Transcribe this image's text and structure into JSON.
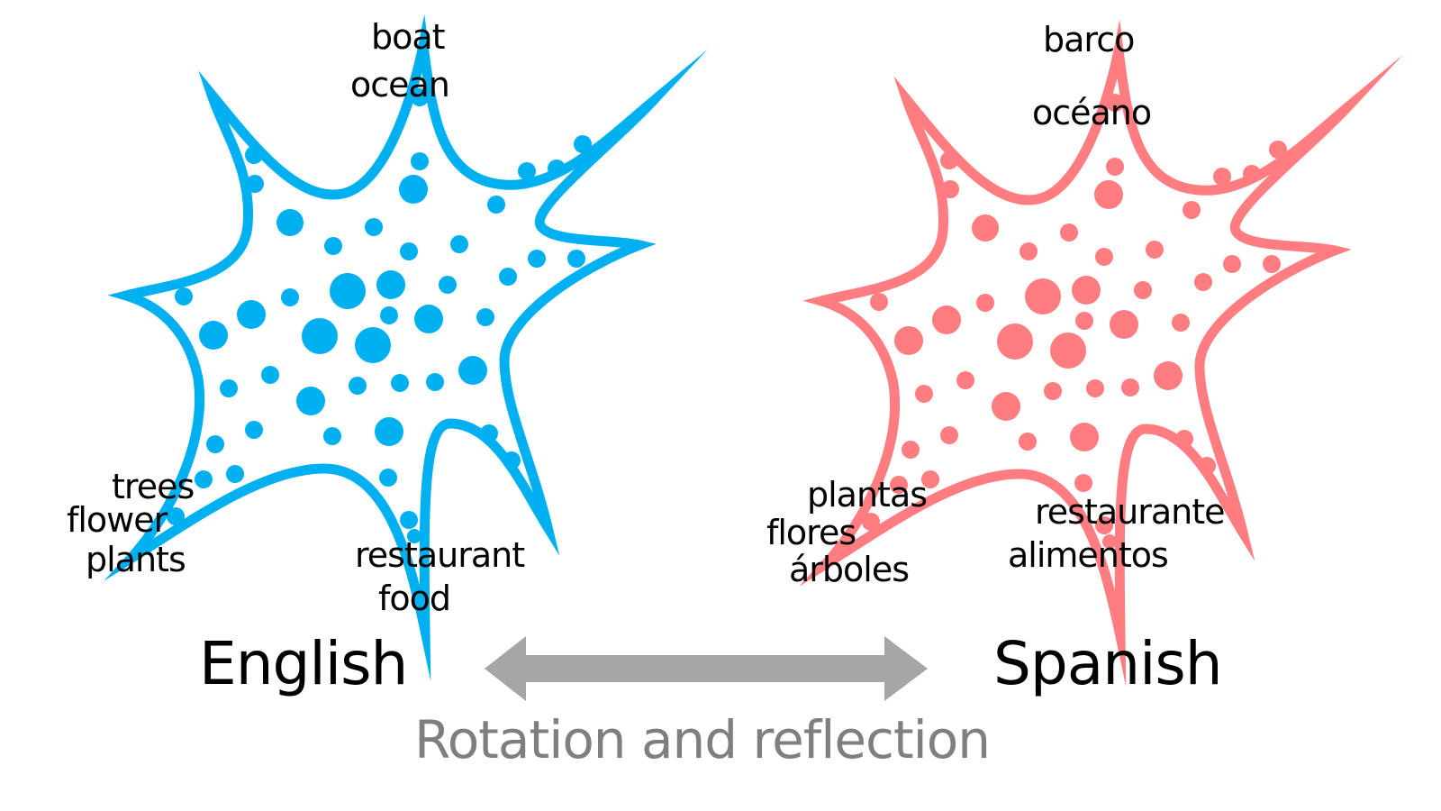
{
  "colors": {
    "english": "#00B0F0",
    "spanish": "#FF7C80",
    "arrow": "#A6A6A6",
    "caption": "#7F7F7F",
    "text": "#000000"
  },
  "english": {
    "title": "English",
    "labels": {
      "top": [
        "boat",
        "ocean"
      ],
      "bottom_left": [
        "trees",
        "flower",
        "plants"
      ],
      "bottom_right": [
        "restaurant",
        "food"
      ]
    }
  },
  "spanish": {
    "title": "Spanish",
    "labels": {
      "top": [
        "barco",
        "océano"
      ],
      "bottom_left": [
        "plantas",
        "flores",
        "árboles"
      ],
      "bottom_right": [
        "restaurante",
        "alimentos"
      ]
    }
  },
  "arrow": {
    "icon": "double-headed-arrow-icon"
  },
  "caption": "Rotation and reflection"
}
